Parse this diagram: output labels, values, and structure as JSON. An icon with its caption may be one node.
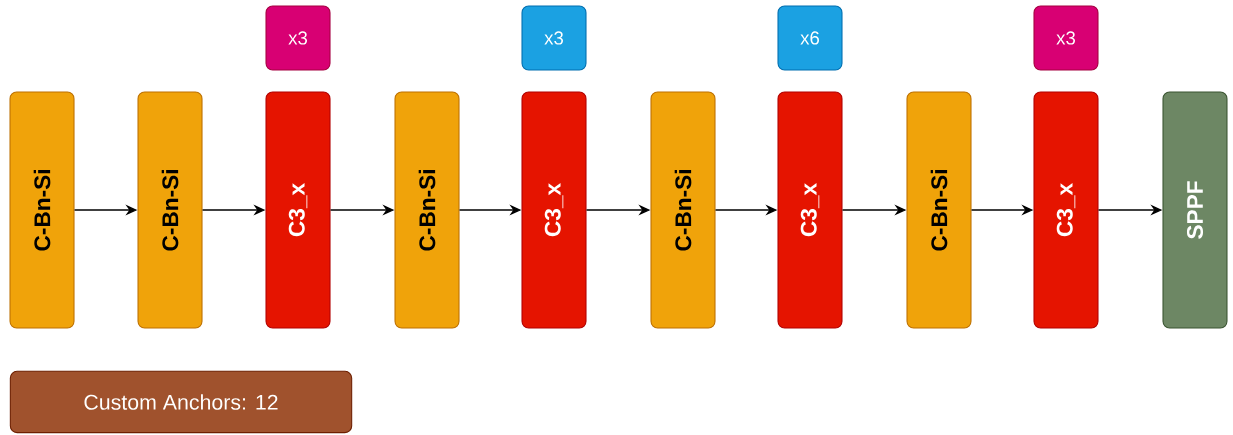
{
  "diagram": {
    "nodes": [
      {
        "text": [
          "C-Bn-Si"
        ]
      },
      {
        "text": [
          "C-Bn-Si"
        ]
      },
      {
        "text": [
          "C3_x"
        ]
      },
      {
        "text": [
          "C-Bn-Si"
        ]
      },
      {
        "text": [
          "C3_x"
        ]
      },
      {
        "text": [
          "C-Bn-Si"
        ]
      },
      {
        "text": [
          "C3_x"
        ]
      },
      {
        "text": [
          "C-Bn-Si"
        ]
      },
      {
        "text": [
          "C3_x"
        ]
      },
      {
        "text": [
          "SPPF"
        ]
      },
      {
        "text": [
          "x3"
        ]
      },
      {
        "text": [
          "x3"
        ]
      },
      {
        "text": [
          "x6"
        ]
      },
      {
        "text": [
          "x3"
        ]
      },
      {
        "text": [
          "Custom Anchors: 12"
        ]
      }
    ],
    "edges": [
      {
        "from": 0,
        "to": 1,
        "arrow": "to"
      },
      {
        "from": 1,
        "to": 2,
        "arrow": "to"
      },
      {
        "from": 2,
        "to": 3,
        "arrow": "to"
      },
      {
        "from": 3,
        "to": 4,
        "arrow": "to"
      },
      {
        "from": 4,
        "to": 5,
        "arrow": "to"
      },
      {
        "from": 5,
        "to": 6,
        "arrow": "to"
      },
      {
        "from": 6,
        "to": 7,
        "arrow": "to"
      },
      {
        "from": 7,
        "to": 8,
        "arrow": "to"
      },
      {
        "from": 8,
        "to": 9,
        "arrow": "to"
      }
    ]
  }
}
